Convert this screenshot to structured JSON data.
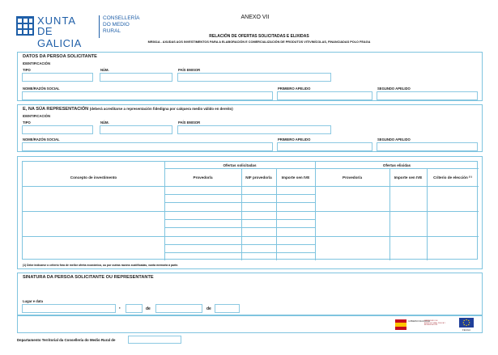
{
  "header": {
    "logo_line1": "XUNTA",
    "logo_line2": "DE GALICIA",
    "dept_line1": "CONSELLERÍA",
    "dept_line2": "DO MEDIO",
    "dept_line3": "RURAL",
    "annex": "ANEXO VII",
    "title": "RELACIÓN DE OFERTAS SOLICITADAS E ELIXIDAS",
    "subtitle": "MR361A - AXUDAS AOS INVESTIMENTOS PARA A ELABORACIÓN E COMERCIALIZACIÓN DE PRODUTOS VITIVINÍCOLAS, FINANCIADAS POLO FEAGA"
  },
  "applicant": {
    "section_title": "DATOS DA PERSOA SOLICITANTE",
    "identification": "IDENTIFICACIÓN",
    "type": "TIPO",
    "number": "NÚM.",
    "issuing_country": "PAÍS EMISOR",
    "name": "NOME/RAZÓN SOCIAL",
    "surname1": "PRIMEIRO APELIDO",
    "surname2": "SEGUNDO APELIDO"
  },
  "representative": {
    "section_title": "E, NA SÚA REPRESENTACIÓN",
    "section_note": "(deberá acreditarse a representación fidedigna por calquera medio válido en dereito)",
    "identification": "IDENTIFICACIÓN",
    "type": "TIPO",
    "number": "NÚM.",
    "issuing_country": "PAÍS EMISOR",
    "name": "NOME/RAZÓN SOCIAL",
    "surname1": "PRIMEIRO APELIDO",
    "surname2": "SEGUNDO APELIDO"
  },
  "offers_table": {
    "col_investment": "Concepto de investimento",
    "group_requested": "Ofertas solicitadas",
    "group_chosen": "Ofertas elixidas",
    "col_provider": "Provedor/a",
    "col_nif": "NIF provedor/a",
    "col_amount": "Importe sen IVE",
    "col_provider2": "Provedor/a",
    "col_amount2": "Importe sen IVE",
    "col_criterion": "Criterio de elección ⁽¹⁾",
    "footnote": "(1) Debe indicarse o criterio fóra de mellor oferta económica, ou por outras razóns xustificadas, xunta memoria á parte."
  },
  "signature": {
    "section_title": "SINATURA DA PERSOA SOLICITANTE OU REPRESENTANTE",
    "place_date": "Lugar e data",
    "comma": ",",
    "of1": "de",
    "of2": "de"
  },
  "footer": {
    "dept_label": "Departamento Territorial da Consellería do Medio Rural de",
    "ministry_text": "GOBIERNO DE ESPAÑA",
    "ministry_sub": "MINISTERIO DE AGRICULTURA, PESCA Y ALIMENTACIÓN",
    "eu_label": "FEAGA"
  }
}
